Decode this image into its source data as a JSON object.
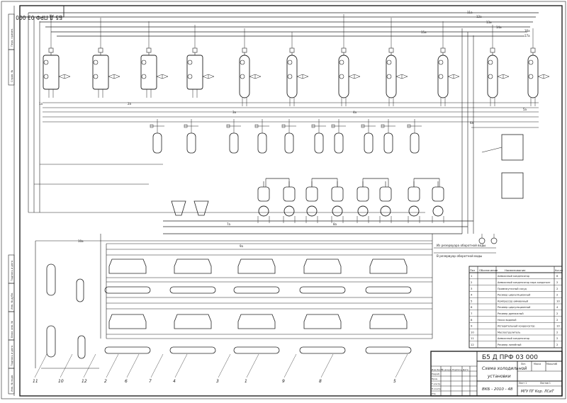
{
  "stamp": {
    "code_rotated": "Б5 Д ПРФ 03 000",
    "code": "Б5 Д ПРФ 03 000",
    "title_line1": "Схема холодильной",
    "title_line2": "установки",
    "number": "ВКБ - 2010 - 48",
    "org": "МГУ ПГ Кор. ЛСиТ"
  },
  "legend": {
    "headers": [
      "Поз",
      "Обозначение",
      "Наименование",
      "Кол-во"
    ],
    "rows": [
      {
        "pos": "1",
        "name": "Аммиачный конденсатор",
        "qty": "6"
      },
      {
        "pos": "2",
        "name": "Аммиачный конденсатор пара конденсат",
        "qty": "2"
      },
      {
        "pos": "3",
        "name": "Промежуточный сосуд",
        "qty": "2"
      },
      {
        "pos": "4",
        "name": "Ресивер циркуляционный",
        "qty": "2"
      },
      {
        "pos": "5",
        "name": "Компрессор аммиачный",
        "qty": "10"
      },
      {
        "pos": "6",
        "name": "Ресивер циркуляционный",
        "qty": "4"
      },
      {
        "pos": "7",
        "name": "Ресивер дренажный",
        "qty": "2"
      },
      {
        "pos": "8",
        "name": "Насос водяной",
        "qty": "2"
      },
      {
        "pos": "9",
        "name": "Испарительный конденсатор",
        "qty": "10"
      },
      {
        "pos": "10",
        "name": "Маслоотделитель",
        "qty": "2"
      },
      {
        "pos": "11",
        "name": "Аммиачный конденсатор",
        "qty": "2"
      },
      {
        "pos": "12",
        "name": "Ресивер линейный",
        "qty": "2"
      }
    ]
  },
  "notes": {
    "water_to": "Из резервуара оборотной воды",
    "water_from": "В резервуар оборотной воды"
  },
  "line_tags": {
    "t1": "1а",
    "t2": "2а",
    "t3": "3а",
    "t4": "4а",
    "t5": "5а",
    "t6": "6а",
    "t7": "7а",
    "t8": "8а",
    "t9": "9а",
    "t10": "10а",
    "t11": "11а",
    "t12": "12а",
    "t13": "13а",
    "t14": "14а",
    "t15": "15а",
    "t16": "16а",
    "t17": "17а"
  },
  "callouts": [
    "1",
    "2",
    "3",
    "4",
    "5",
    "6",
    "7",
    "8",
    "9",
    "10",
    "11",
    "12"
  ],
  "border_labels": [
    "Инв. № подл.",
    "Подпись и дата",
    "Взам. инв. №",
    "Инв. № дубл.",
    "Подпись и дата",
    "Справ. №",
    "Перв. примен."
  ],
  "title_block_labels": {
    "izm": "Изм",
    "list": "Лист",
    "doc": "№ докум.",
    "sign": "Подпись",
    "date": "Дата",
    "razrab": "Разраб.",
    "prov": "Пров.",
    "tkontr": "Т.контр.",
    "nkontr": "Н.контр.",
    "utv": "Утв.",
    "lit": "Лит.",
    "massa": "Масса",
    "masshtab": "Масштаб",
    "list_n": "Лист 1",
    "listov": "Листов 1"
  }
}
